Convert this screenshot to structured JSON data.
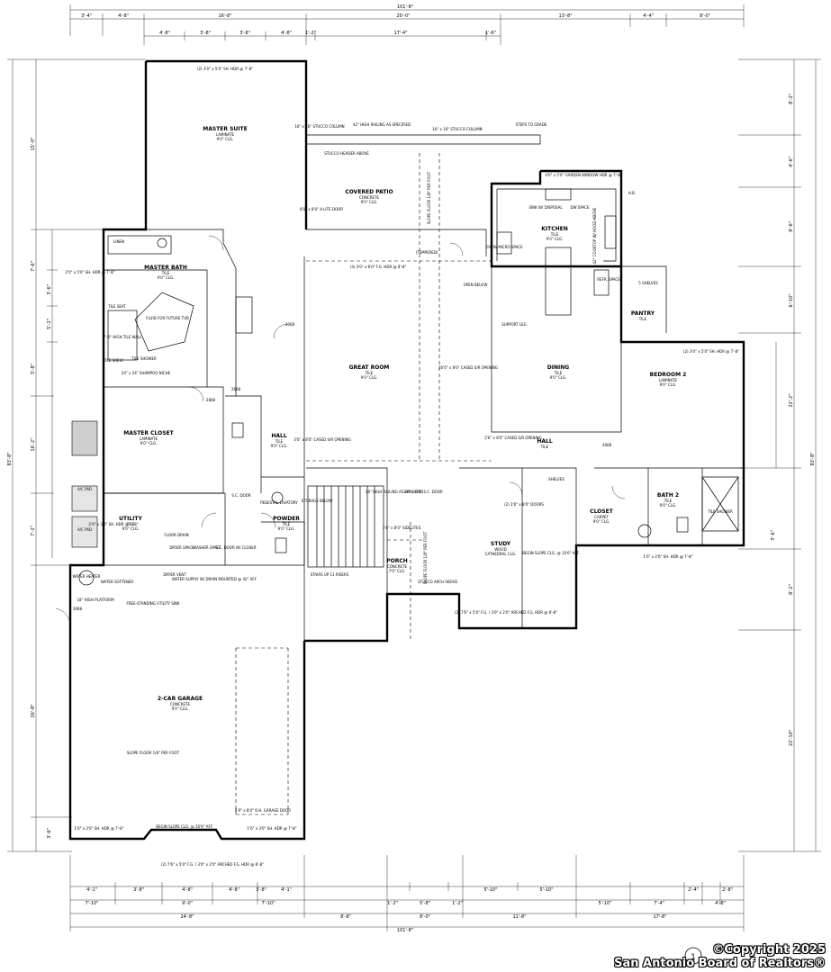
{
  "dimensions": {
    "top_overall": "101'-8\"",
    "top_row": [
      "3'-4\"",
      "4'-8\"",
      "16'-8\"",
      "20'-0\"",
      "13'-8\"",
      "4'-4\"",
      "8'-0\""
    ],
    "top_sub": [
      "4'-8\"",
      "3'-8\"",
      "3'-8\"",
      "4'-8\"",
      "1'-2\"",
      "17'-4\"",
      "1'-6\""
    ],
    "bottom_row1": [
      "4'-1\"",
      "3'-8\"",
      "4'-8\"",
      "4'-8\"",
      "3'-8\"",
      "4'-1\"",
      "1'-2\"",
      "5'-8\"",
      "1'-2\"",
      "5'-10\"",
      "5'-10\"",
      "5'-10\"",
      "7'-4\"",
      "2'-4\"",
      "2'-8\""
    ],
    "bottom_row2": [
      "7'-10\"",
      "9'-0\"",
      "7'-10\"",
      "4'-8\""
    ],
    "bottom_row3": [
      "24'-8\"",
      "8'-8\"",
      "8'-0\"",
      "11'-8\"",
      "17'-8\""
    ],
    "bottom_overall": "101'-8\"",
    "left_vertical": [
      "15'-0\"",
      "7'-6\"",
      "3'-6\"",
      "5'-2\"",
      "5'-8\"",
      "16'-2\"",
      "7'-2\"",
      "26'-8\"",
      "3'-6\"",
      "83'-8\""
    ],
    "right_vertical": [
      "8'-2\"",
      "4'-6\"",
      "9'-6\"",
      "6'-10\"",
      "22'-2\"",
      "3'-6\"",
      "8'-2\"",
      "22'-10\"",
      "83'-8\""
    ]
  },
  "rooms": [
    {
      "name": "MASTER SUITE",
      "finish": "LAMINATE",
      "ceiling": "9'0\" CLG."
    },
    {
      "name": "COVERED PATIO",
      "finish": "CONCRETE",
      "ceiling": "9'0\" CLG."
    },
    {
      "name": "KITCHEN",
      "finish": "TILE",
      "ceiling": "9'0\" CLG."
    },
    {
      "name": "MASTER BATH",
      "finish": "TILE",
      "ceiling": "9'0\" CLG."
    },
    {
      "name": "GREAT ROOM",
      "finish": "TILE",
      "ceiling": "9'0\" CLG."
    },
    {
      "name": "DINING",
      "finish": "TILE",
      "ceiling": "9'0\" CLG."
    },
    {
      "name": "BEDROOM 2",
      "finish": "LAMINATE",
      "ceiling": "9'0\" CLG."
    },
    {
      "name": "MASTER CLOSET",
      "finish": "LAMINATE",
      "ceiling": "9'0\" CLG."
    },
    {
      "name": "HALL",
      "finish": "TILE",
      "ceiling": "9'0\" CLG."
    },
    {
      "name": "PANTRY",
      "finish": "TILE",
      "ceiling": ""
    },
    {
      "name": "UTILITY",
      "finish": "TILE",
      "ceiling": "9'0\" CLG."
    },
    {
      "name": "POWDER",
      "finish": "TILE",
      "ceiling": "9'0\" CLG."
    },
    {
      "name": "PORCH",
      "finish": "CONCRETE",
      "ceiling": "7'0\" CLG."
    },
    {
      "name": "STUDY",
      "finish": "WOOD",
      "ceiling": "CATHEDRAL CLG."
    },
    {
      "name": "CLOSET",
      "finish": "CARPET",
      "ceiling": "9'0\" CLG."
    },
    {
      "name": "BATH 2",
      "finish": "TILE",
      "ceiling": "9'0\" CLG."
    },
    {
      "name": "2-CAR GARAGE",
      "finish": "CONCRETE",
      "ceiling": "9'0\" CLG."
    }
  ],
  "notes": {
    "stucco_header": "STUCCO HEADER ABOVE",
    "stucco_column_1": "16\" x 16\" STUCCO COLUMN",
    "stucco_column_2": "16\" x 16\" STUCCO COLUMN",
    "railing_1": "42\" HIGH RAILING AS SPECIFIED",
    "railing_2": "36\" HIGH RAILING AS SPECIFIED",
    "steps_to_grade": "STEPS TO GRADE",
    "garden_window": "4'0\" x 5'0\" GARDEN WINDOW HDR @ 7'-8\"",
    "patio_door": "8'0\" x 8'0\" 4-LITE DOOR",
    "slope_floor_patio": "SLOPE FLOOR 1/8\" PER FOOT",
    "sink": "SINK W/ DISPOSAL",
    "dw": "DW SPACE",
    "cooktop": "42\" COOKTOP W/ HOOD ABOVE",
    "oven": "OVEN/ MICRO SPACE",
    "open_below": "OPEN BELOW",
    "support_leg": "SUPPORT LEG",
    "shelves": "5 SHELVES",
    "refr": "REFR. SPACE",
    "linen": "LINEN",
    "fluid": "FLUID FOR FUTURE TUB",
    "tile_seat": "TILE SEAT",
    "tile_wall": "7'-6\" HIGH TILE WALL",
    "tile_shelf": "TILE SHELF",
    "tile_shower": "TILE SHOWER",
    "shampoo": "24\" x 24\" SHAMPOO NICHE",
    "window_bath": "2'0\" x 5'0\" SH. HDR @ 7'-8\"",
    "window_suite": "(2) 3'0\" x 5'0\" SH. HDR @ 7'-8\"",
    "great_room_door": "(3) 3'0\" x 8'0\" F.G. HDR @ 8'-8\"",
    "tempered": "(TEMPERED)",
    "cased_opening_1": "16'0\" x 8'0\" CASED S/R OPENING",
    "cased_opening_2": "3'0\" x 8'0\" CASED S/R OPENING",
    "cased_opening_3": "2'6\" x 8'0\" CASED S/R OPENING",
    "window_bedroom": "(2) 3'0\" x 5'0\" SH. HDR @ 7'-8\"",
    "hb": "H.B.",
    "ac_pad_1": "A/C PAD",
    "ac_pad_2": "A/C PAD",
    "water_heater": "WATER HEATER",
    "water_softener": "WATER SOFTENER",
    "platform": "18\" HIGH PLATFORM",
    "utility_sink": "FREE-STANDING UTILITY SINK",
    "dryer_vent": "DRYER VENT",
    "water_supply": "WATER SUPPLY W/ DRAIN MOUNTED @ 42\" AFF",
    "floor_drain": "FLOOR DRAIN",
    "dryer_space": "DRYER SPACE",
    "washer_space": "WASHER SPACE",
    "window_utility": "2'0\" x 3'0\" SH. HDR @ 7'-8\"",
    "sc_door_closer": "S.C. DOOR W/ CLOSER",
    "sc_door": "S.C. DOOR",
    "storage_below": "STORAGE BELOW",
    "pedestal_lav": "PEDESTAL LAVATORY",
    "stairs_up": "STAIRS UP 11 RISERS",
    "porch_door": "3'0\" x 8'0\" S.C. DOOR",
    "sidelites": "1'6\" x 8'0\" SIDELITES",
    "stucco_arch": "STUCCO ARCH ABOVE",
    "slope_floor_porch": "SLOPE FLOOR 1/8\" PER FOOT",
    "study_window": "(2) 7'6\" x 5'0\" F.G. / 3'0\" x 2'0\" ARCHED F.G. HDR @ 8'-8\"",
    "begin_slope_study": "BEGIN SLOPE CLG. @ 10'6\" AFF.",
    "study_doors": "(2) 2'6\" x 8'0\" DOORS",
    "shelves_rod": "SHELVES",
    "bath2_window": "1'6\" x 2'6\" SH. HDR @ 7'-8\"",
    "tile_shower_2": "TILE SHOWER",
    "garage_window_1": "1'6\" x 3'0\" SH. HDR @ 7'-8\"",
    "garage_window_2": "1'6\" x 3'0\" SH. HDR @ 7'-8\"",
    "garage_door": "8'0\" x 8'0\" O.H. GARAGE DOOR",
    "begin_slope_garage": "BEGIN SLOPE CLG. @ 10'6\" AFF.",
    "slope_floor_garage": "SLOPE FLOOR 1/8\" PER FOOT",
    "garage_front_window": "(2) 7'6\" x 5'0\" F.G. / 3'0\" x 2'0\" ARCHED F.G. HDR @ 8'-8\"",
    "door_2868": "2868",
    "door_3068": "3068",
    "door_2668": "2668"
  },
  "footer": {
    "sheet_number": "1",
    "sheet_title": "First F",
    "copyright": "©Copyright 2025",
    "board": "San Antonio Board of Realtors®"
  }
}
